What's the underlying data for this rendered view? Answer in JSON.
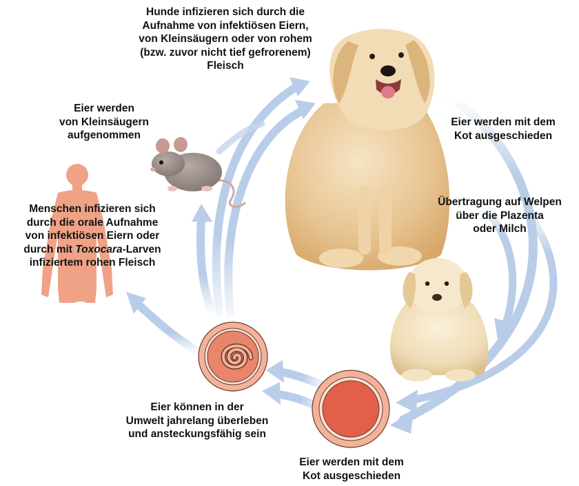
{
  "labels": {
    "dogs_infect": [
      "Hunde infizieren sich durch die",
      "Aufnahme von infektiösen Eiern,",
      "von Kleinsäugern oder von rohem",
      "(bzw. zuvor nicht tief gefrorenem)",
      "Fleisch"
    ],
    "small_mammals": [
      "Eier werden",
      "von Kleinsäugern",
      "aufgenommen"
    ],
    "dog_excrete": [
      "Eier werden mit dem",
      "Kot ausgeschieden"
    ],
    "puppies": [
      "Übertragung auf Welpen",
      "über die Plazenta",
      "oder Milch"
    ],
    "humans": {
      "line1": "Menschen infizieren sich",
      "line2": "durch die orale Aufnahme",
      "line3": "von infektiösen Eiern oder",
      "line4_pre": "durch mit ",
      "line4_italic": "Toxocara",
      "line4_post": "-Larven",
      "line5": "infiziertem rohen Fleisch"
    },
    "environment": [
      "Eier können in der",
      "Umwelt jahrelang überleben",
      "und ansteckungsfähig sein"
    ],
    "bottom_excrete": [
      "Eier werden mit dem",
      "Kot ausgeschieden"
    ]
  },
  "colors": {
    "arrow": "#b9cde8",
    "egg_outer": "#f2b39a",
    "egg_ring": "#e9856b",
    "egg_core": "#e2604a",
    "human": "#efa286"
  }
}
